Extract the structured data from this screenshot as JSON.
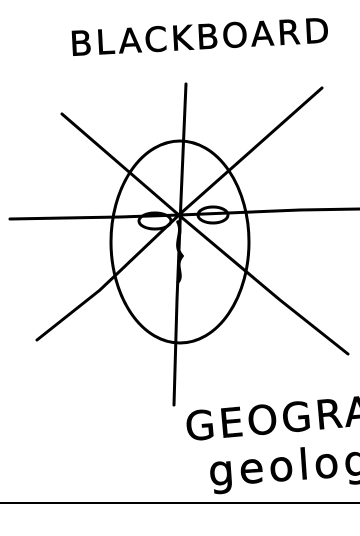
{
  "texts": {
    "top_word": "BLACKBOARD",
    "bottom_word_1": "GEOGRAPHY",
    "bottom_word_2": "geology"
  },
  "colors": {
    "ink": "#000000",
    "paper": "#ffffff"
  }
}
